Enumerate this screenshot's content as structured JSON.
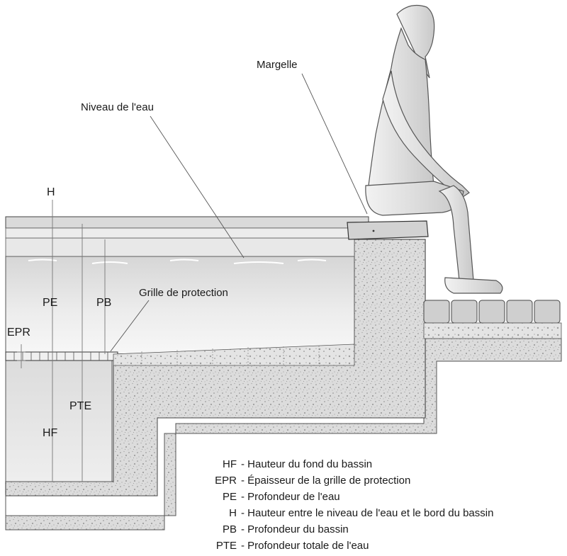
{
  "labels": {
    "margelle": "Margelle",
    "niveau_eau": "Niveau de l'eau",
    "grille": "Grille de protection"
  },
  "dimensions": {
    "h": "H",
    "pe": "PE",
    "pb": "PB",
    "epr": "EPR",
    "pte": "PTE",
    "hf": "HF"
  },
  "legend": [
    {
      "code": "HF",
      "text": "Hauteur du fond du bassin"
    },
    {
      "code": "EPR",
      "text": "Épaisseur de la grille de protection"
    },
    {
      "code": "PE",
      "text": "Profondeur de l'eau"
    },
    {
      "code": "H",
      "text": "Hauteur entre le niveau de l'eau et le bord du bassin"
    },
    {
      "code": "PB",
      "text": "Profondeur du bassin"
    },
    {
      "code": "PTE",
      "text": "Profondeur totale de l'eau"
    }
  ]
}
